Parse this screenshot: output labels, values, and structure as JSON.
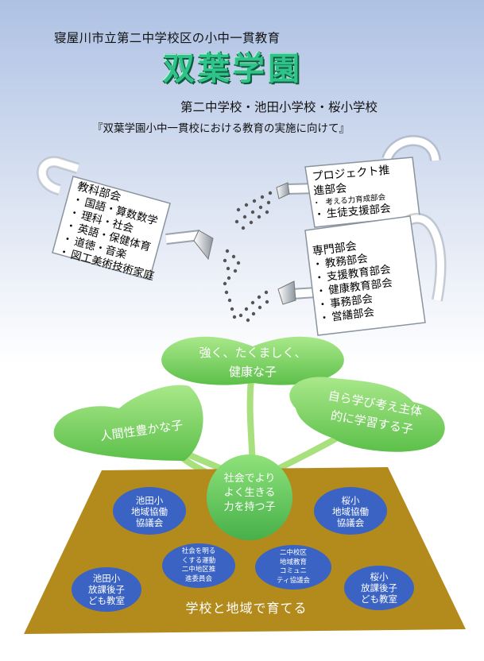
{
  "header": {
    "subtitle": "寝屋川市立第二中学校区の小中一貫教育",
    "title": "双葉学園",
    "schools": "第二中学校・池田小学校・桜小学校",
    "project_name": "『双葉学園小中一貫校における教育の実施に向けて』"
  },
  "watering_cans": {
    "subjects": {
      "heading": "教科部会",
      "items": [
        "国語・算数数学",
        "理科・社会",
        "英語・保健体育",
        "道徳・音楽",
        "図工美術技術家庭"
      ]
    },
    "project": {
      "heading_line1": "プロジェクト推",
      "heading_line2": "進部会",
      "items": [
        "考える力育成部会",
        "生徒支援部会"
      ]
    },
    "specialist": {
      "heading": "専門部会",
      "items": [
        "教務部会",
        "支援教育部会",
        "健康教育部会",
        "事務部会",
        "営繕部会"
      ]
    }
  },
  "leaves": {
    "top_line1": "強く、たくましく、",
    "top_line2": "健康な子",
    "left": "人間性豊かな子",
    "right_line1": "自ら学び考え主体",
    "right_line2": "的に学習する子",
    "bud_line1": "社会でより",
    "bud_line2": "よく生きる",
    "bud_line3": "力を持つ子"
  },
  "organizations": {
    "ikeda_council": [
      "池田小",
      "地域協働",
      "協議会"
    ],
    "sakura_council": [
      "桜小",
      "地域協働",
      "協議会"
    ],
    "movement": [
      "社会を明る",
      "くする運動",
      "二中地区推",
      "進委員会"
    ],
    "community": [
      "二中校区",
      "地域教育",
      "コミュニ",
      "ティ協議会"
    ],
    "ikeda_afterschool": [
      "池田小",
      "放課後子",
      "ども教室"
    ],
    "sakura_afterschool": [
      "桜小",
      "放課後子",
      "ども教室"
    ]
  },
  "soil_caption": "学校と地域で育てる",
  "colors": {
    "title_green": "#2fc28a",
    "leaf_green": "#7ed75a",
    "soil": "#b38a1c",
    "circle_blue": "#3a63c4",
    "can_grey": "#9aa3ad"
  }
}
